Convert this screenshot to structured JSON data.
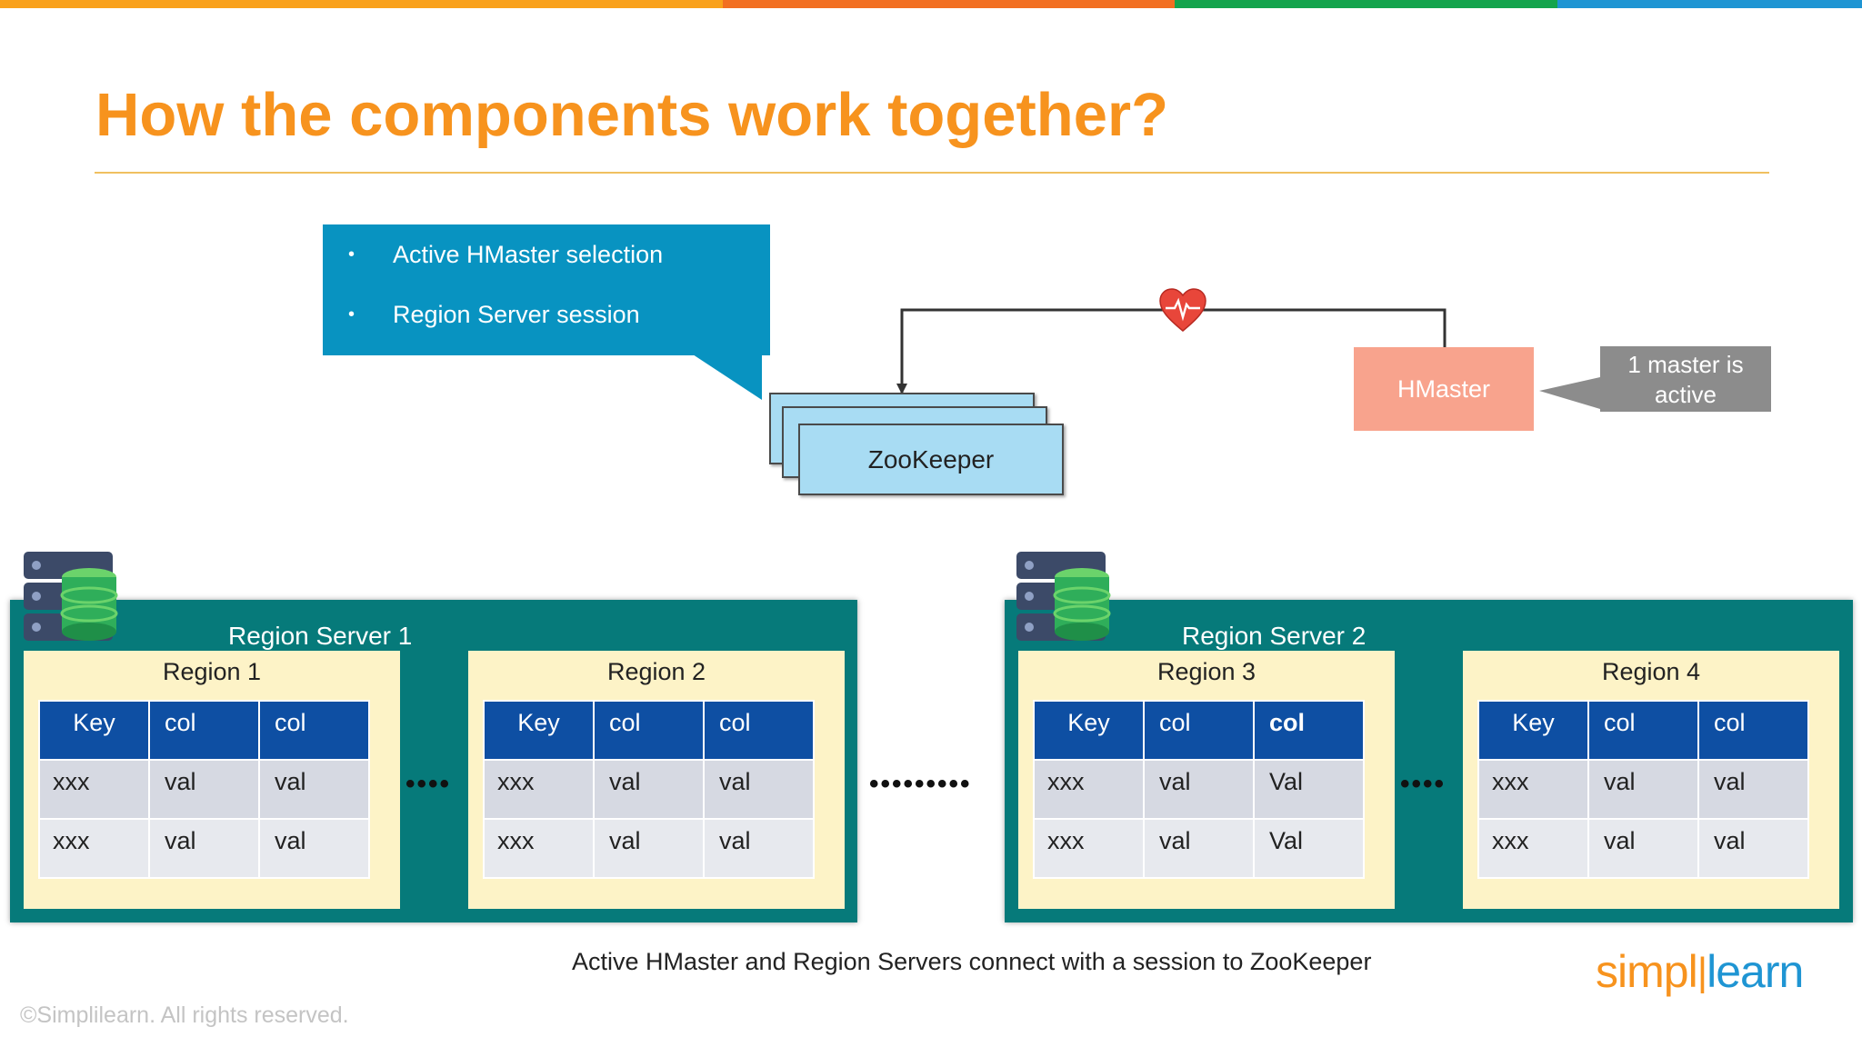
{
  "title": "How the components work together?",
  "callout": {
    "bullets": [
      "Active HMaster selection",
      "Region Server session"
    ]
  },
  "zookeeper": {
    "label": "ZooKeeper"
  },
  "hmaster": {
    "label": "HMaster"
  },
  "master_note": {
    "line1": "1 master is",
    "line2": "active"
  },
  "region_servers": [
    {
      "title": "Region Server 1",
      "regions": [
        {
          "title": "Region 1",
          "header": [
            "Key",
            "col",
            "col"
          ],
          "rows": [
            [
              "xxx",
              "val",
              "val"
            ],
            [
              "xxx",
              "val",
              "val"
            ]
          ]
        },
        {
          "title": "Region 2",
          "header": [
            "Key",
            "col",
            "col"
          ],
          "rows": [
            [
              "xxx",
              "val",
              "val"
            ],
            [
              "xxx",
              "val",
              "val"
            ]
          ]
        }
      ]
    },
    {
      "title": "Region Server 2",
      "regions": [
        {
          "title": "Region 3",
          "header": [
            "Key",
            "col",
            "col"
          ],
          "rows": [
            [
              "xxx",
              "val",
              "Val"
            ],
            [
              "xxx",
              "val",
              "Val"
            ]
          ]
        },
        {
          "title": "Region 4",
          "header": [
            "Key",
            "col",
            "col"
          ],
          "rows": [
            [
              "xxx",
              "val",
              "val"
            ],
            [
              "xxx",
              "val",
              "val"
            ]
          ]
        }
      ]
    }
  ],
  "separators": {
    "short": "••••",
    "long": "•••••••••"
  },
  "caption": "Active HMaster and Region Servers connect with a session to ZooKeeper",
  "copyright": "©Simplilearn. All rights reserved.",
  "logo": {
    "part1": "simpl",
    "part2": "learn"
  },
  "colors": {
    "title": "#f7931e",
    "callout": "#0893c1",
    "zookeeper": "#a8dcf3",
    "hmaster": "#f8a38d",
    "region_server": "#067a7a",
    "region": "#fdf3c7",
    "table_header": "#0e4fa3",
    "topbar": [
      "#f9a11b",
      "#f26f22",
      "#14a44d",
      "#1f95d3"
    ]
  },
  "icons": [
    "heartbeat-icon",
    "server-database-icon"
  ]
}
